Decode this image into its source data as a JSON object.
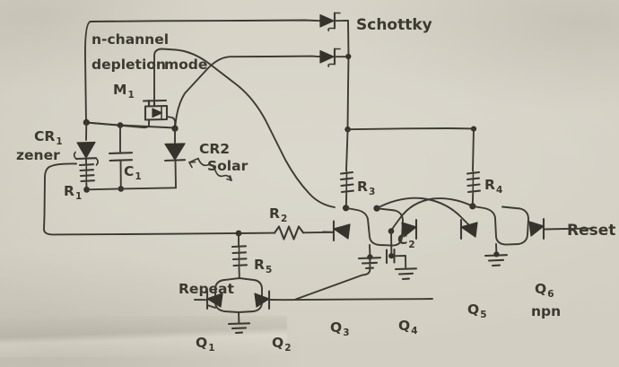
{
  "diagram": {
    "title": "Hand-drawn schematic: solar-charged zener-regulated multivibrator / reset chain",
    "medium": "pen on paper",
    "ink_color": "#3b3930",
    "paper_color": "#d6d2c6"
  },
  "annotations": {
    "mosfet_note_line1": "n-channel",
    "mosfet_note_line2": "depletion",
    "mosfet_note_line3": "mode",
    "mosfet_ref": "M",
    "mosfet_ref_sub": "1",
    "schottky_note": "Schottky",
    "zener_note_line1": "CR",
    "zener_note_sub": "1",
    "zener_note_line2": "zener",
    "solar_note_line1": "CR2",
    "solar_note_line2": "Solar",
    "repeat_note": "Repeat",
    "reset_note": "Reset",
    "npn_note": "npn"
  },
  "components": [
    {
      "id": "CR1",
      "label": "CR",
      "sub": "1",
      "kind": "zener-diode",
      "note": "zener"
    },
    {
      "id": "R1",
      "label": "R",
      "sub": "1",
      "kind": "resistor"
    },
    {
      "id": "C1",
      "label": "C",
      "sub": "1",
      "kind": "capacitor"
    },
    {
      "id": "CR2",
      "label": "CR",
      "sub": "2",
      "kind": "photodiode",
      "note": "Solar"
    },
    {
      "id": "M1",
      "label": "M",
      "sub": "1",
      "kind": "mosfet-depletion-n"
    },
    {
      "id": "D1",
      "label": "",
      "sub": "",
      "kind": "schottky-diode",
      "note": "Schottky"
    },
    {
      "id": "D2",
      "label": "",
      "sub": "",
      "kind": "schottky-diode",
      "note": "Schottky"
    },
    {
      "id": "R2",
      "label": "R",
      "sub": "2",
      "kind": "resistor"
    },
    {
      "id": "R3",
      "label": "R",
      "sub": "3",
      "kind": "resistor"
    },
    {
      "id": "R4",
      "label": "R",
      "sub": "4",
      "kind": "resistor"
    },
    {
      "id": "R5",
      "label": "R",
      "sub": "5",
      "kind": "resistor"
    },
    {
      "id": "C2",
      "label": "C",
      "sub": "2",
      "kind": "capacitor"
    },
    {
      "id": "Q1",
      "label": "Q",
      "sub": "1",
      "kind": "transistor-pnp"
    },
    {
      "id": "Q2",
      "label": "Q",
      "sub": "2",
      "kind": "transistor-pnp"
    },
    {
      "id": "Q3",
      "label": "Q",
      "sub": "3",
      "kind": "transistor-pnp"
    },
    {
      "id": "Q4",
      "label": "Q",
      "sub": "4",
      "kind": "transistor-pnp"
    },
    {
      "id": "Q5",
      "label": "Q",
      "sub": "5",
      "kind": "transistor-pnp"
    },
    {
      "id": "Q6",
      "label": "Q",
      "sub": "6",
      "kind": "transistor-npn",
      "note": "npn"
    }
  ],
  "labels": {
    "cr1": {
      "text": "CR",
      "sub": "1"
    },
    "zener": {
      "text": "zener"
    },
    "r1": {
      "text": "R",
      "sub": "1"
    },
    "c1": {
      "text": "C",
      "sub": "1"
    },
    "cr2": {
      "text": "CR2"
    },
    "solar": {
      "text": "Solar"
    },
    "m1": {
      "text": "M",
      "sub": "1"
    },
    "schottky": {
      "text": "Schottky"
    },
    "r2": {
      "text": "R",
      "sub": "2"
    },
    "r3": {
      "text": "R",
      "sub": "3"
    },
    "r4": {
      "text": "R",
      "sub": "4"
    },
    "r5": {
      "text": "R",
      "sub": "5"
    },
    "c2": {
      "text": "C",
      "sub": "2"
    },
    "q1": {
      "text": "Q",
      "sub": "1"
    },
    "q2": {
      "text": "Q",
      "sub": "2"
    },
    "q3": {
      "text": "Q",
      "sub": "3"
    },
    "q4": {
      "text": "Q",
      "sub": "4"
    },
    "q5": {
      "text": "Q",
      "sub": "5"
    },
    "q6": {
      "text": "Q",
      "sub": "6"
    },
    "npn": {
      "text": "npn"
    },
    "repeat": {
      "text": "Repeat"
    },
    "reset": {
      "text": "Reset"
    },
    "nchannel": {
      "text": "n-channel"
    },
    "depletion": {
      "text": "depletion"
    },
    "mode": {
      "text": "mode"
    }
  }
}
